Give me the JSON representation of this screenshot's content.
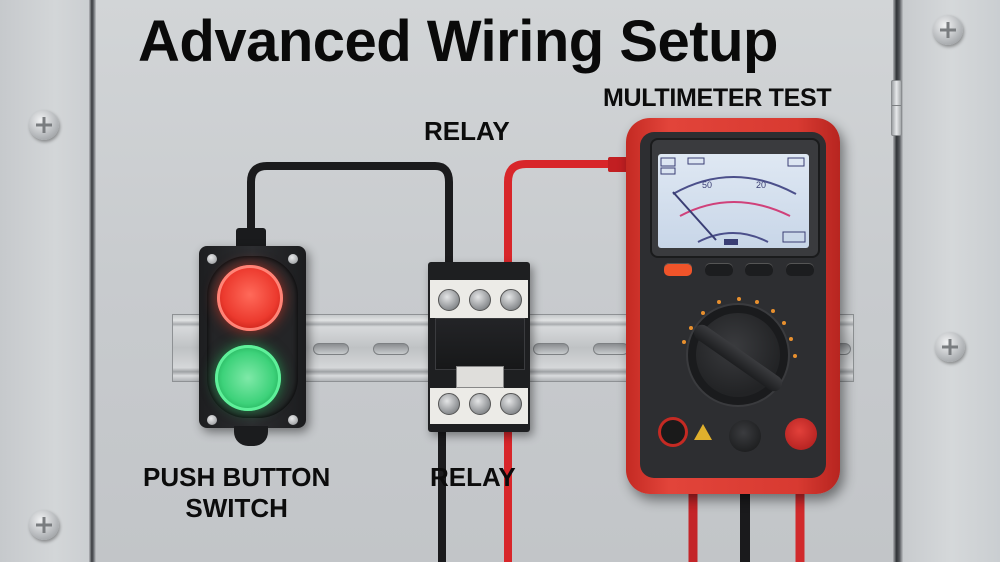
{
  "title": "Advanced Wiring Setup",
  "labels": {
    "multimeter": "MULTIMETER TEST",
    "relay_top": "RELAY",
    "push_button_line1": "PUSH BUTTON",
    "push_button_line2": "SWITCH",
    "relay_bottom": "RELAY"
  },
  "components": {
    "push_button": {
      "lamps": [
        "red",
        "green"
      ]
    },
    "relay": {
      "terminals_top": 3,
      "terminals_bottom": 3
    },
    "multimeter": {
      "display": "analog-lcd",
      "scale_values": [
        "50",
        "20"
      ],
      "buttons": 4,
      "dial_position": "rotary-selector"
    }
  },
  "colors": {
    "background_panel": "#c9cccf",
    "multimeter_red": "#d83a31",
    "lamp_red": "#ec3a2e",
    "lamp_green": "#3dd27a",
    "wire_black": "#1b1b1d",
    "wire_red": "#d8262a",
    "title_text": "#0a0a0a"
  }
}
